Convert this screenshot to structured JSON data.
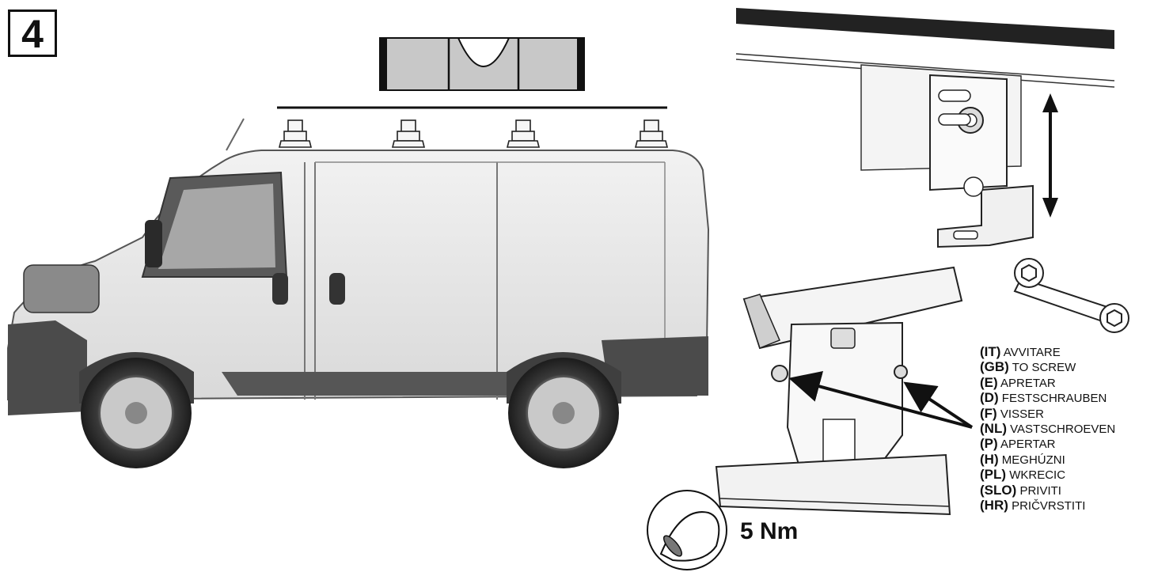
{
  "step": {
    "number": "4"
  },
  "torque": {
    "value": "5 Nm",
    "icon": "arm-flex-icon"
  },
  "legend": [
    {
      "code": "(IT)",
      "text": "AVVITARE"
    },
    {
      "code": "(GB)",
      "text": "TO SCREW"
    },
    {
      "code": "(E)",
      "text": "APRETAR"
    },
    {
      "code": "(D)",
      "text": "FESTSCHRAUBEN"
    },
    {
      "code": "(F)",
      "text": "VISSER"
    },
    {
      "code": "(NL)",
      "text": "VASTSCHROEVEN"
    },
    {
      "code": "(P)",
      "text": "APERTAR"
    },
    {
      "code": "(H)",
      "text": "MEGHÚZNI"
    },
    {
      "code": "(PL)",
      "text": "WKRECIC"
    },
    {
      "code": "(SLO)",
      "text": "PRIVITI"
    },
    {
      "code": "(HR)",
      "text": "PRIČVRSTITI"
    }
  ],
  "icons": [
    "spirit-level-icon",
    "roof-foot-icon",
    "van-icon",
    "wrench-icon",
    "adjust-arrow-icon",
    "bracket-detail-icon"
  ]
}
